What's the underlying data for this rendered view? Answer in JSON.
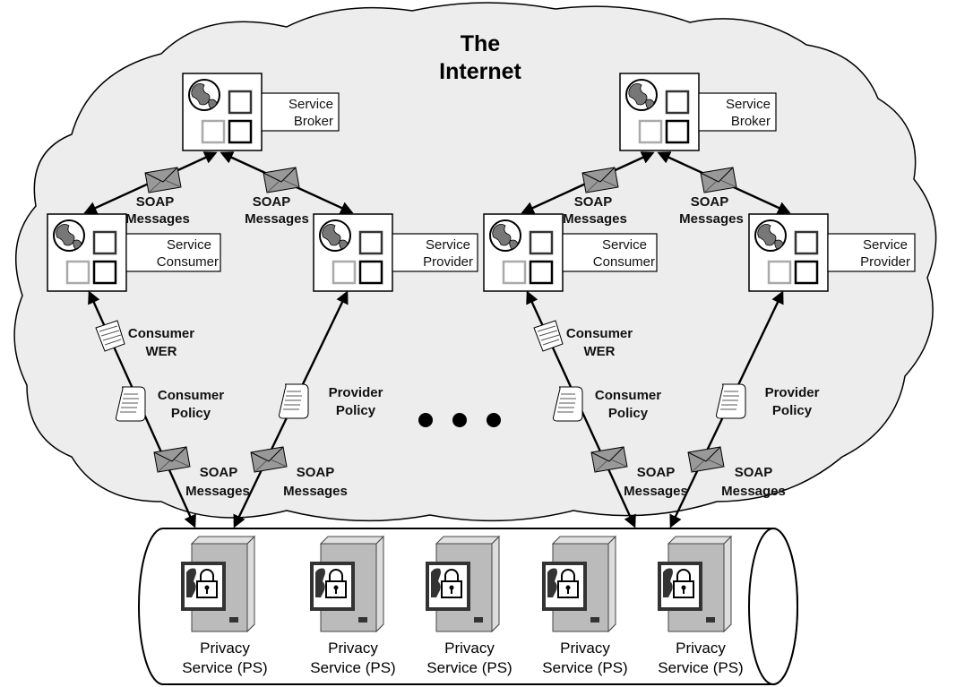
{
  "title": {
    "line1": "The",
    "line2": "Internet"
  },
  "nodes": {
    "broker_left": {
      "line1": "Service",
      "line2": "Broker"
    },
    "consumer_left": {
      "line1": "Service",
      "line2": "Consumer"
    },
    "provider_left": {
      "line1": "Service",
      "line2": "Provider"
    },
    "broker_right": {
      "line1": "Service",
      "line2": "Broker"
    },
    "consumer_right": {
      "line1": "Service",
      "line2": "Consumer"
    },
    "provider_right": {
      "line1": "Service",
      "line2": "Provider"
    }
  },
  "edge_labels": {
    "soap": {
      "line1": "SOAP",
      "line2": "Messages"
    },
    "consumer_wer": {
      "line1": "Consumer",
      "line2": "WER"
    },
    "consumer_policy": {
      "line1": "Consumer",
      "line2": "Policy"
    },
    "provider_policy": {
      "line1": "Provider",
      "line2": "Policy"
    }
  },
  "privacy_services": [
    {
      "line1": "Privacy",
      "line2": "Service (PS)"
    },
    {
      "line1": "Privacy",
      "line2": "Service (PS)"
    },
    {
      "line1": "Privacy",
      "line2": "Service (PS)"
    },
    {
      "line1": "Privacy",
      "line2": "Service (PS)"
    },
    {
      "line1": "Privacy",
      "line2": "Service (PS)"
    }
  ]
}
